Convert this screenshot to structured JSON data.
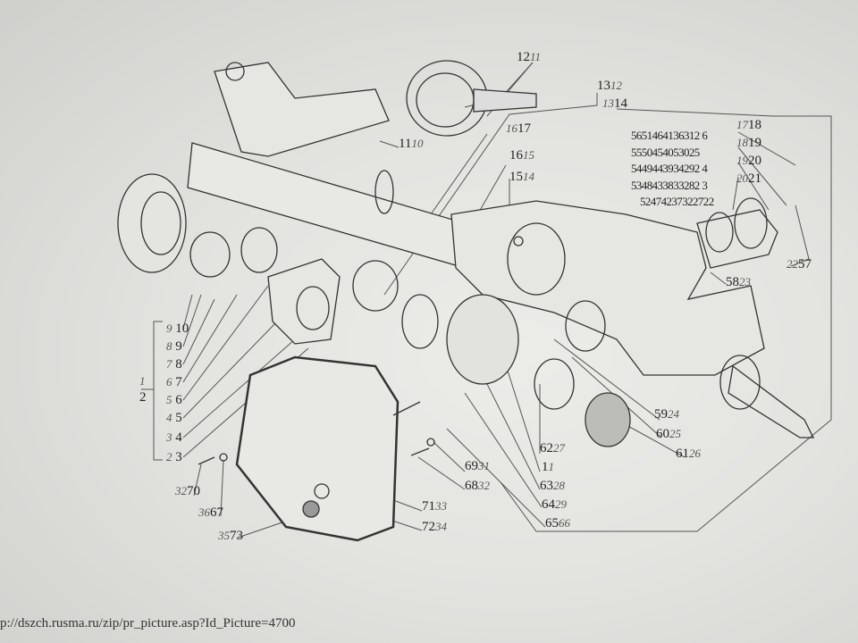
{
  "labels": {
    "l12": {
      "main": "12",
      "sub": "11"
    },
    "l11": {
      "main": "11",
      "sub": "10"
    },
    "l13a": {
      "main": "13",
      "sub": "12"
    },
    "l13b": {
      "main": "13",
      "sub": "14"
    },
    "l16a": {
      "main": "16",
      "sub": "17"
    },
    "l16b": {
      "main": "16",
      "sub": "15"
    },
    "l15": {
      "main": "15",
      "sub": "14"
    },
    "r17": {
      "main": "17",
      "sub": "18"
    },
    "r18": {
      "main": "18",
      "sub": "19"
    },
    "r19": {
      "main": "19",
      "sub": "20"
    },
    "r20": {
      "main": "20",
      "sub": "21"
    },
    "r22": {
      "main": "22",
      "sub": "57"
    },
    "l58": {
      "main": "58",
      "sub": "23"
    },
    "l59": {
      "main": "59",
      "sub": "24"
    },
    "l60": {
      "main": "60",
      "sub": "25"
    },
    "l61": {
      "main": "61",
      "sub": "26"
    },
    "l62": {
      "main": "62",
      "sub": "27"
    },
    "l1": {
      "main": "1",
      "sub": "1"
    },
    "l63": {
      "main": "63",
      "sub": "28"
    },
    "l64": {
      "main": "64",
      "sub": "29"
    },
    "l65": {
      "main": "65",
      "sub": "66"
    },
    "l69": {
      "main": "69",
      "sub": "31"
    },
    "l68": {
      "main": "68",
      "sub": "32"
    },
    "l71": {
      "main": "71",
      "sub": "33"
    },
    "l72": {
      "main": "72",
      "sub": "34"
    },
    "l35": {
      "main": "35",
      "sub": "73"
    },
    "l36": {
      "main": "36",
      "sub": "67"
    },
    "l32": {
      "main": "32",
      "sub": "70"
    },
    "c9": {
      "main": "9",
      "sub": "10"
    },
    "c8": {
      "main": "8",
      "sub": "9"
    },
    "c7": {
      "main": "7",
      "sub": "8"
    },
    "c6": {
      "main": "6",
      "sub": "7"
    },
    "c5": {
      "main": "5",
      "sub": "6"
    },
    "c4": {
      "main": "4",
      "sub": "5"
    },
    "c3": {
      "main": "3",
      "sub": "4"
    },
    "c2": {
      "main": "2",
      "sub": "3"
    },
    "c1": {
      "main": "1",
      "sub": "2"
    }
  },
  "number_rows": [
    "5651464136312 6",
    "5550454053025",
    "5449443934292 4",
    "5348433833282 3",
    "52474237322722"
  ],
  "source_url": "p://dszch.rusma.ru/zip/pr_picture.asp?Id_Picture=4700"
}
